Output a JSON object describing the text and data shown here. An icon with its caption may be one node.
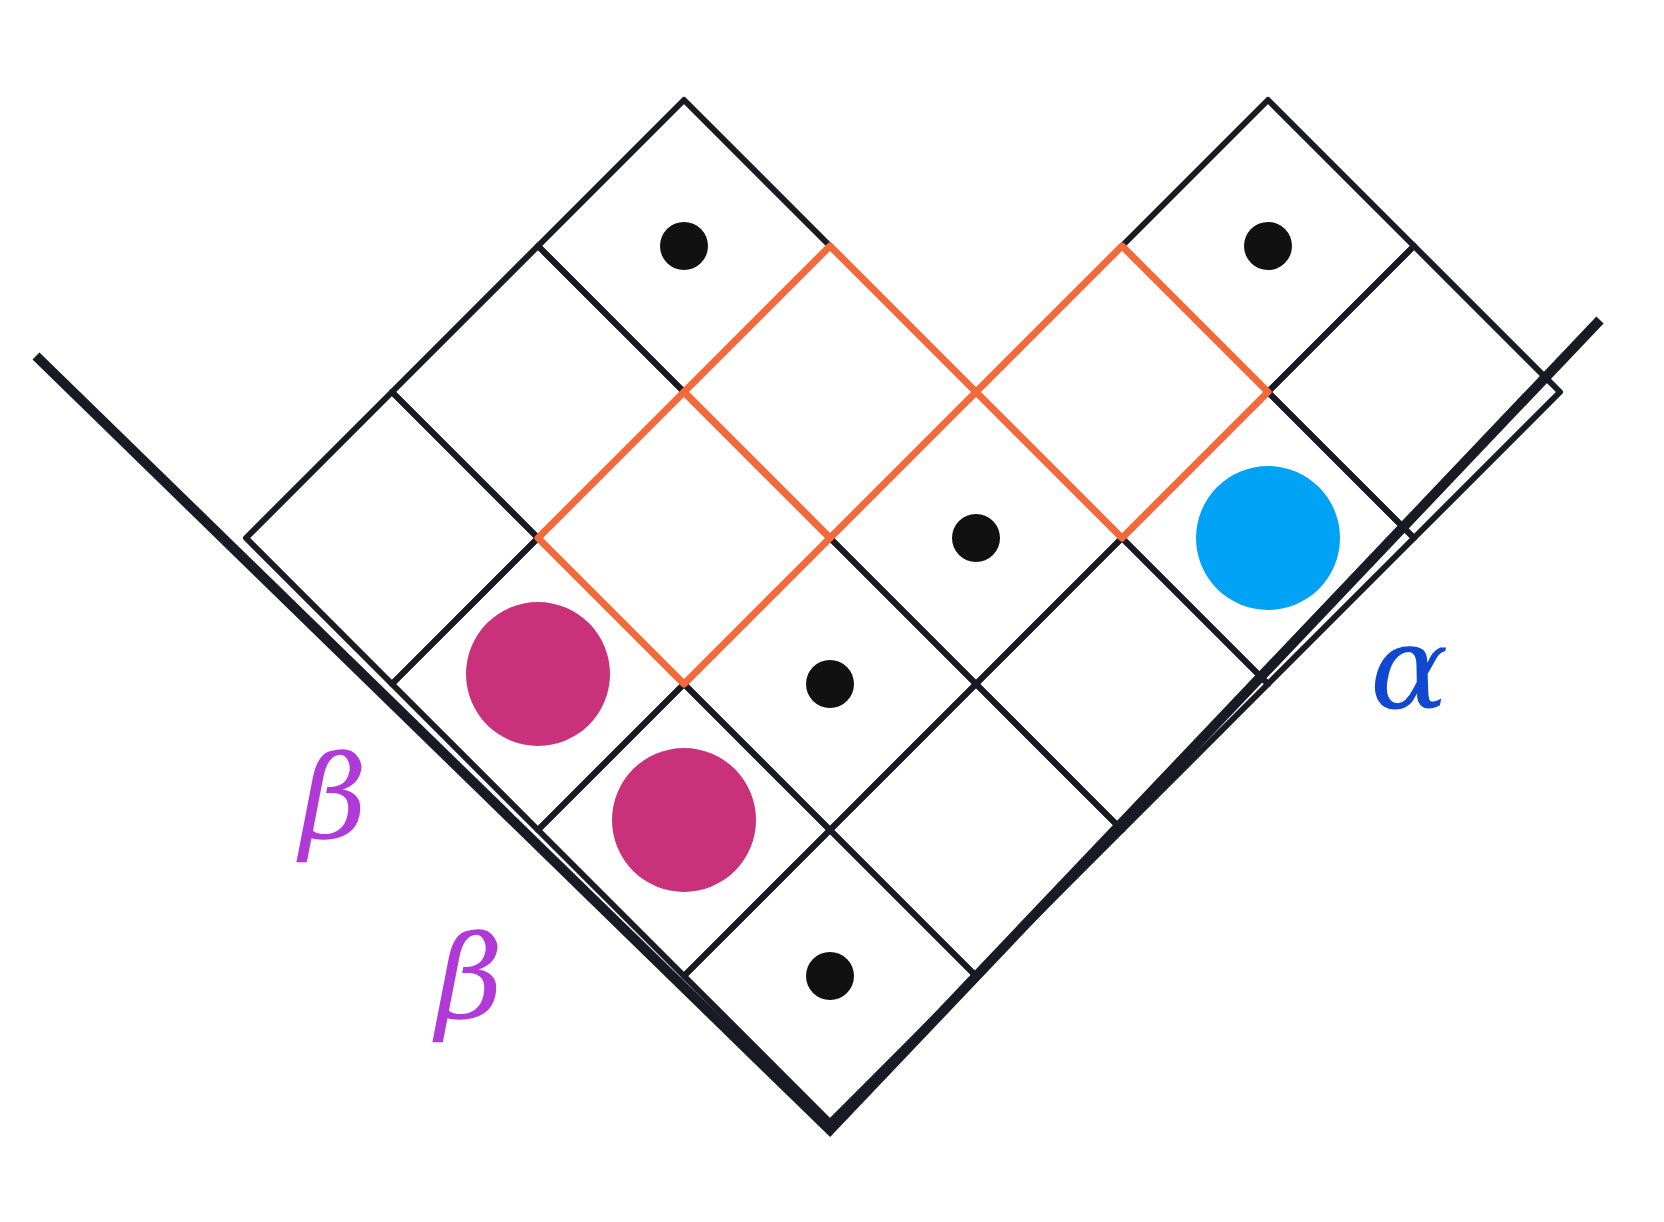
{
  "diagram": {
    "labels": [
      "β",
      "β",
      "α"
    ]
  }
}
